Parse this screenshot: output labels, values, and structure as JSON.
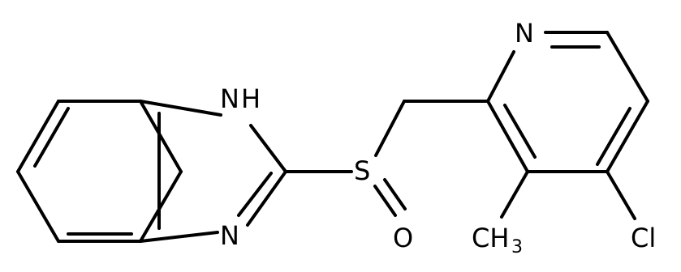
{
  "structure": {
    "atoms": {
      "n_pyridine": "N",
      "nh": "H",
      "nh_n": "N",
      "n_imine": "N",
      "s": "S",
      "o": "O",
      "ch3_c": "CH",
      "ch3_sub": "3",
      "cl": "Cl"
    }
  },
  "colors": {
    "bond": "#000000",
    "label": "#000000",
    "background": "#ffffff"
  }
}
